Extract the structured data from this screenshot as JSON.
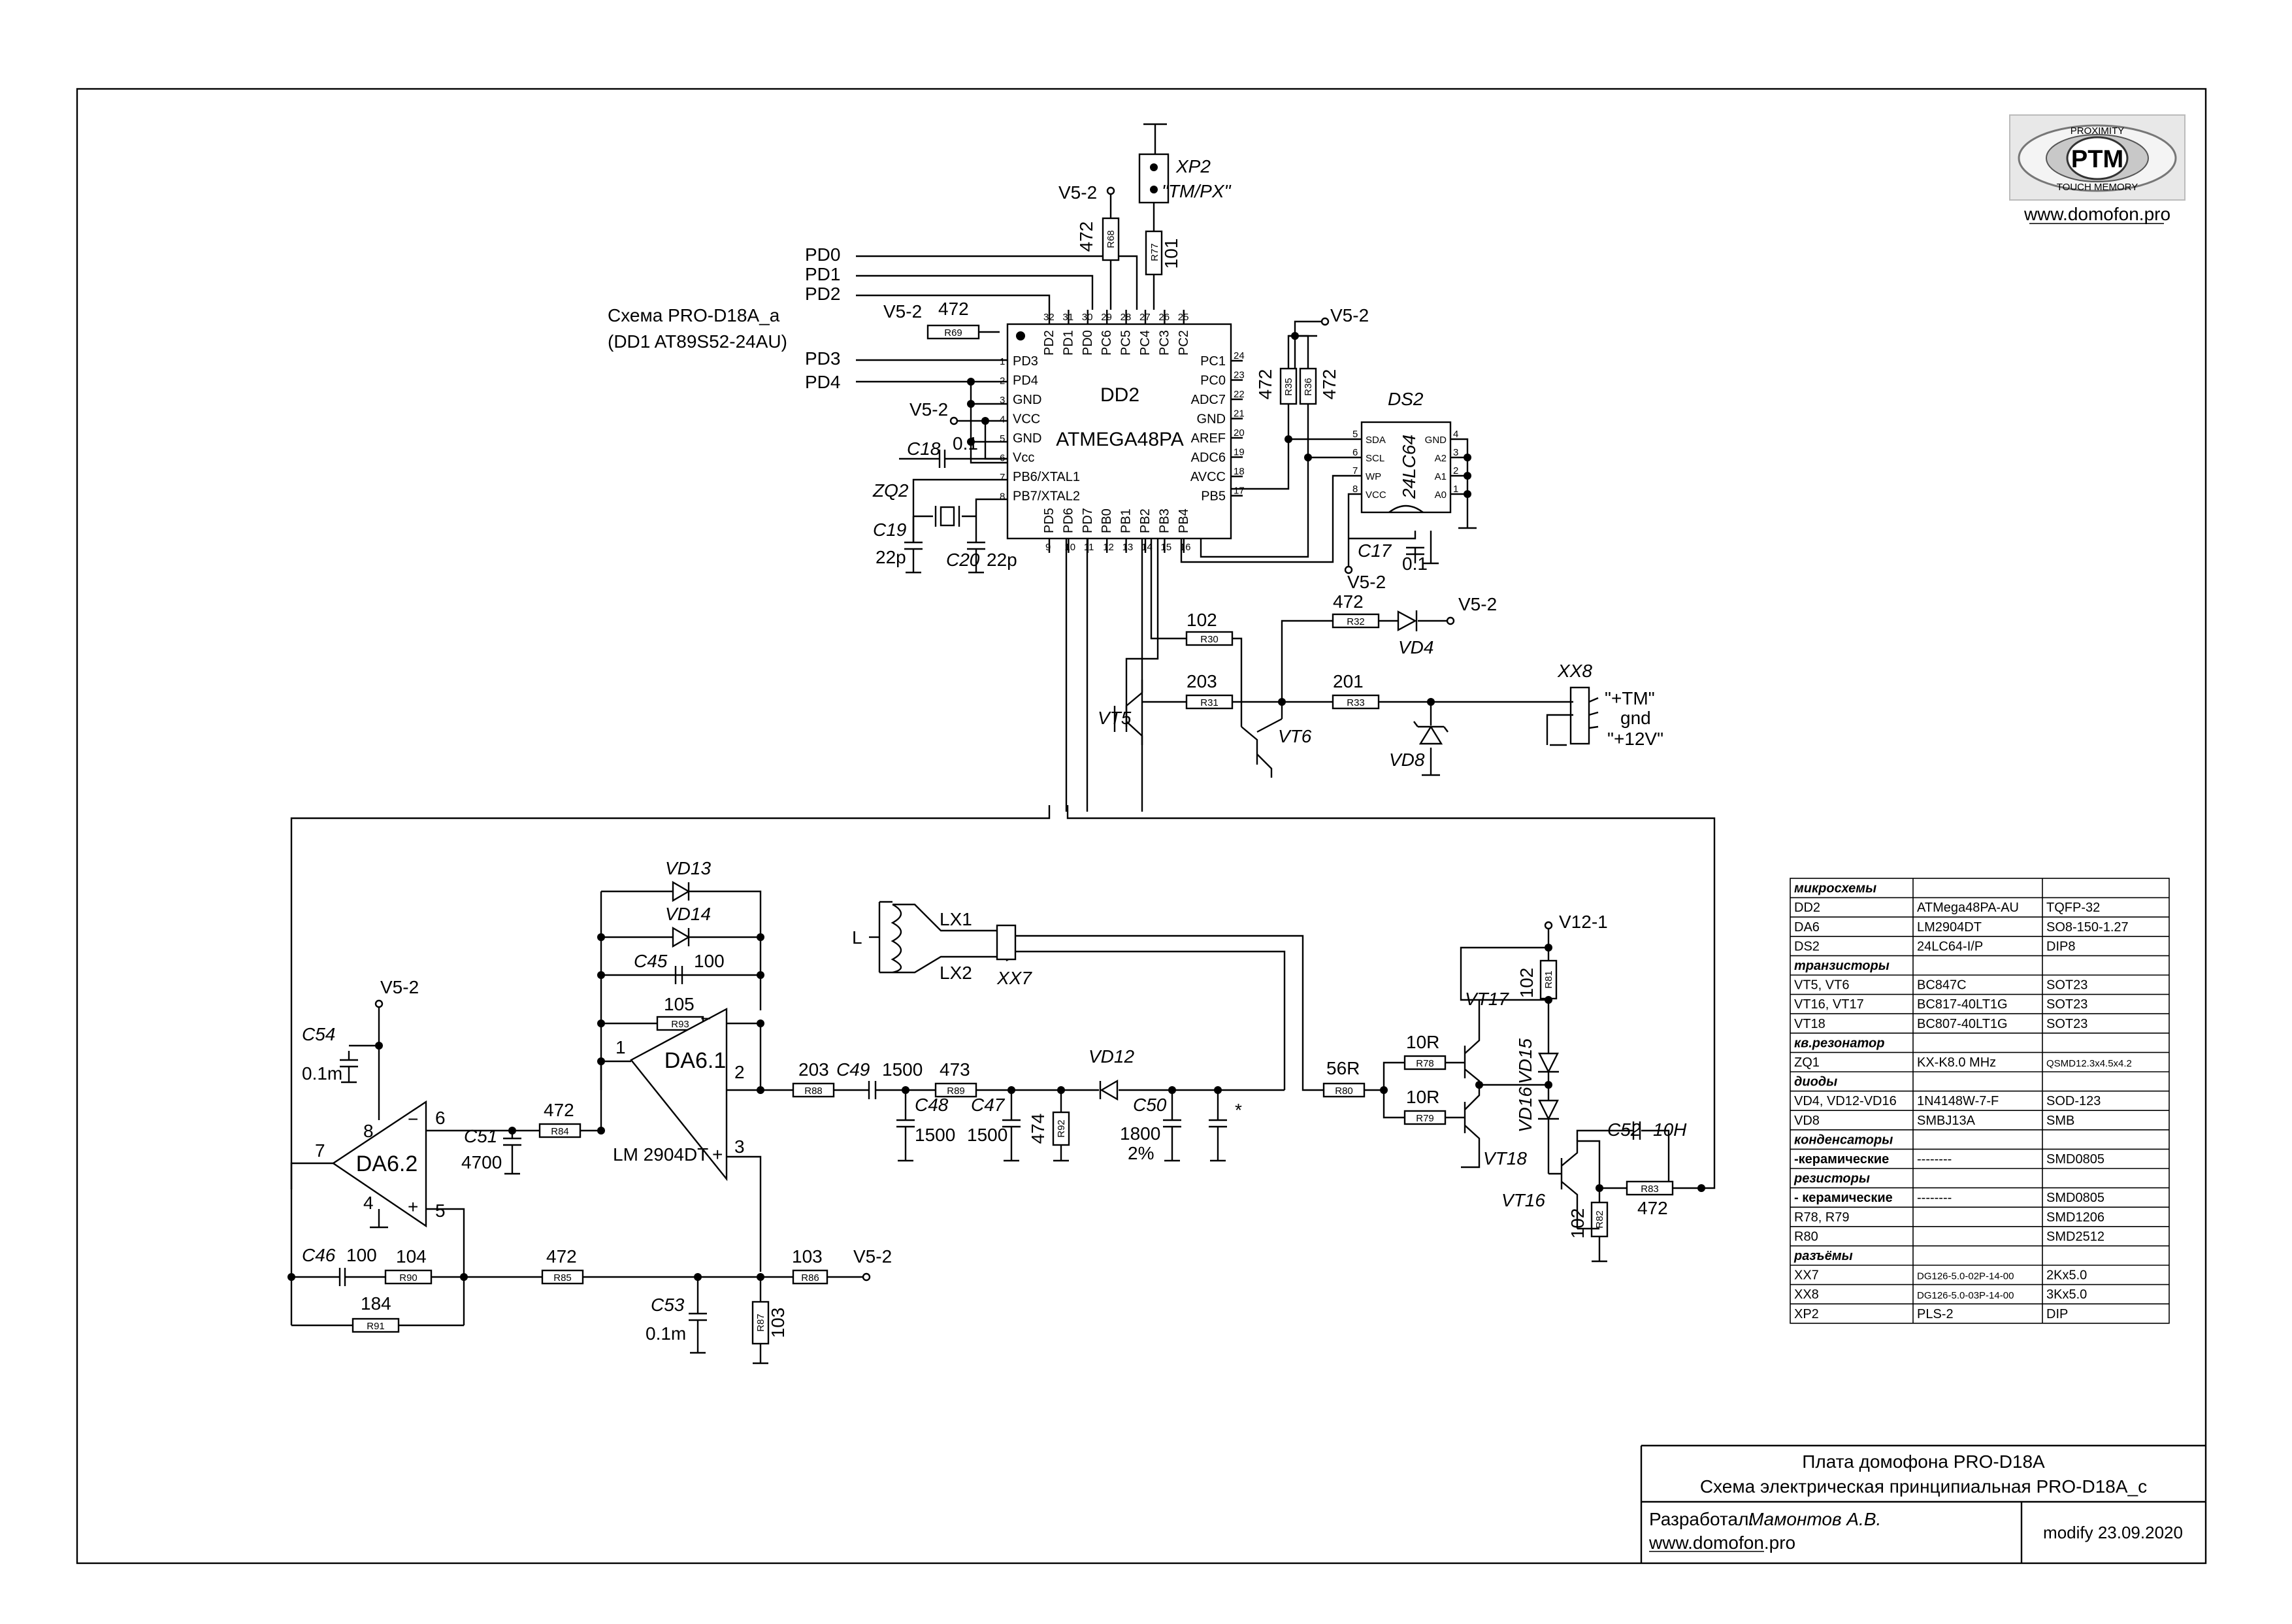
{
  "logo": {
    "center": "PTM",
    "top_text": "PROXIMITY",
    "bottom_text": "TOUCH MEMORY",
    "url": "www.domofon.pro"
  },
  "notes": {
    "scheme": "Схема  PRO-D18A_a",
    "dd1": "(DD1 AT89S52-24AU)"
  },
  "connectors": {
    "xp2": "XP2",
    "xp2_label": "\"TM/PX\"",
    "xx8": "XX8",
    "xx8_pins": [
      "\"+TM\"",
      "gnd",
      "\"+12V\""
    ],
    "xx7": "XX7",
    "lx1": "LX1",
    "lx2": "LX2",
    "l": "L"
  },
  "nets": {
    "v52": "V5-2",
    "v121": "V12-1",
    "pd0": "PD0",
    "pd1": "PD1",
    "pd2": "PD2",
    "pd3": "PD3",
    "pd4": "PD4"
  },
  "mcu": {
    "ref": "DD2",
    "name": "ATMEGA48PA",
    "top_names": [
      "PD2",
      "PD1",
      "PD0",
      "PC6",
      "PC5",
      "PC4",
      "PC3",
      "PC2"
    ],
    "top_nums": [
      "32",
      "31",
      "30",
      "29",
      "28",
      "27",
      "26",
      "25"
    ],
    "left_names": [
      "PD3",
      "PD4",
      "GND",
      "VCC",
      "GND",
      "Vcc",
      "PB6/XTAL1",
      "PB7/XTAL2"
    ],
    "left_nums": [
      "1",
      "2",
      "3",
      "4",
      "5",
      "6",
      "7",
      "8"
    ],
    "right_names": [
      "PC1",
      "PC0",
      "ADC7",
      "GND",
      "AREF",
      "ADC6",
      "AVCC",
      "PB5"
    ],
    "right_nums": [
      "24",
      "23",
      "22",
      "21",
      "20",
      "19",
      "18",
      "17"
    ],
    "bottom_names": [
      "PD5",
      "PD6",
      "PD7",
      "PB0",
      "PB1",
      "PB2",
      "PB3",
      "PB4"
    ],
    "bottom_nums": [
      "9",
      "10",
      "11",
      "12",
      "13",
      "14",
      "15",
      "16"
    ]
  },
  "eeprom": {
    "ref": "DS2",
    "name": "24LC64",
    "left_names": [
      "SDA",
      "SCL",
      "WP",
      "VCC"
    ],
    "left_nums": [
      "5",
      "6",
      "7",
      "8"
    ],
    "right_names": [
      "GND",
      "A2",
      "A1",
      "A0"
    ],
    "right_nums": [
      "4",
      "3",
      "2",
      "1"
    ]
  },
  "parts": {
    "R68": "R68",
    "R68v": "472",
    "R77": "R77",
    "R77v": "101",
    "R69": "R69",
    "R69v": "472",
    "R35": "R35",
    "R35v": "472",
    "R36": "R36",
    "R36v": "472",
    "C18": "C18",
    "C18v": "0.1",
    "C17": "C17",
    "C17v": "0.1",
    "ZQ2": "ZQ2",
    "C19": "C19",
    "C19v": "22p",
    "C20": "C20",
    "C20v": "22p",
    "R30": "R30",
    "R30v": "102",
    "R32": "R32",
    "R32v": "472",
    "VD4": "VD4",
    "R31": "R31",
    "R31v": "203",
    "R33": "R33",
    "R33v": "201",
    "VT5": "VT5",
    "VT6": "VT6",
    "VD8": "VD8",
    "VD13": "VD13",
    "VD14": "VD14",
    "C45": "C45",
    "C45v": "100",
    "R93": "R93",
    "R93v": "105",
    "DA61": "DA6.1",
    "LM": "LM 2904DT",
    "DA62": "DA6.2",
    "C54": "C54",
    "C54v": "0.1m",
    "C51": "C51",
    "C51v": "4700",
    "R84": "R84",
    "R84v": "472",
    "R88": "R88",
    "R88v": "203",
    "C49": "C49",
    "C49v": "1500",
    "R89": "R89",
    "R89v": "473",
    "C48": "C48",
    "C48v": "1500",
    "C47": "C47",
    "C47v": "1500",
    "R92": "R92",
    "R92v": "474",
    "VD12": "VD12",
    "C50": "C50",
    "C50v": "1800",
    "C50t": "2%",
    "star": "*",
    "C46": "C46",
    "C46v": "100",
    "R90": "R90",
    "R90v": "104",
    "R91": "R91",
    "R91v": "184",
    "R85": "R85",
    "R85v": "472",
    "R86": "R86",
    "R86v": "103",
    "R87": "R87",
    "R87v": "103",
    "C53": "C53",
    "C53v": "0.1m",
    "R80": "R80",
    "R80v": "56R",
    "R78": "R78",
    "R78v": "10R",
    "R79": "R79",
    "R79v": "10R",
    "R81": "R81",
    "R81v": "102",
    "VT17": "VT17",
    "VT18": "VT18",
    "VT16": "VT16",
    "VD15": "VD15",
    "VD16": "VD16",
    "C52": "C52",
    "C52v": "10H",
    "R83": "R83",
    "R83v": "472",
    "R82": "R82",
    "R82v": "102"
  },
  "pins": {
    "p2": "2",
    "p1": "1",
    "p3": "3",
    "p6": "6",
    "p8": "8",
    "p7": "7",
    "p4": "4",
    "p5": "5",
    "minus": "−",
    "plus": "+"
  },
  "bom": [
    {
      "c1": "микросхемы",
      "c2": "",
      "c3": "",
      "section": true
    },
    {
      "c1": "DD2",
      "c2": "ATMega48PA-AU",
      "c3": "TQFP-32"
    },
    {
      "c1": "DA6",
      "c2": "LM2904DT",
      "c3": "SO8-150-1.27"
    },
    {
      "c1": "DS2",
      "c2": "24LC64-I/P",
      "c3": "DIP8"
    },
    {
      "c1": "транзисторы",
      "c2": "",
      "c3": "",
      "section": true
    },
    {
      "c1": "VT5, VT6",
      "c2": "BC847C",
      "c3": "SOT23"
    },
    {
      "c1": "VT16, VT17",
      "c2": "BC817-40LT1G",
      "c3": "SOT23"
    },
    {
      "c1": "VT18",
      "c2": "BC807-40LT1G",
      "c3": "SOT23"
    },
    {
      "c1": "кв.резонатор",
      "c2": "",
      "c3": "",
      "section": true
    },
    {
      "c1": "ZQ1",
      "c2": "KX-K8.0 MHz",
      "c3": "QSMD12.3x4.5x4.2"
    },
    {
      "c1": "диоды",
      "c2": "",
      "c3": "",
      "section": true
    },
    {
      "c1": "VD4, VD12-VD16",
      "c2": "1N4148W-7-F",
      "c3": "SOD-123"
    },
    {
      "c1": "VD8",
      "c2": "SMBJ13A",
      "c3": "SMB"
    },
    {
      "c1": "конденсаторы",
      "c2": "",
      "c3": "",
      "section": true
    },
    {
      "c1": "-керамические",
      "c2": "--------",
      "c3": "SMD0805",
      "bold1": true
    },
    {
      "c1": "резисторы",
      "c2": "",
      "c3": "",
      "section": true
    },
    {
      "c1": "- керамические",
      "c2": "--------",
      "c3": "SMD0805",
      "bold1": true
    },
    {
      "c1": "R78, R79",
      "c2": "",
      "c3": "SMD1206"
    },
    {
      "c1": "R80",
      "c2": "",
      "c3": "SMD2512"
    },
    {
      "c1": "разъёмы",
      "c2": "",
      "c3": "",
      "section": true
    },
    {
      "c1": "XX7",
      "c2": "DG126-5.0-02P-14-00",
      "c3": "2Kx5.0"
    },
    {
      "c1": "XX8",
      "c2": "DG126-5.0-03P-14-00",
      "c3": "3Kx5.0"
    },
    {
      "c1": "XP2",
      "c2": "PLS-2",
      "c3": "DIP"
    }
  ],
  "titleblock": {
    "board": "Плата домофона  PRO-D18A",
    "scheme": "Схема электрическая принципиальная PRO-D18A_c",
    "author_label": "Разработал:",
    "author": "Мамонтов А.В.",
    "site": "www.domofon.pro",
    "modify": "modify 23.09.2020"
  }
}
